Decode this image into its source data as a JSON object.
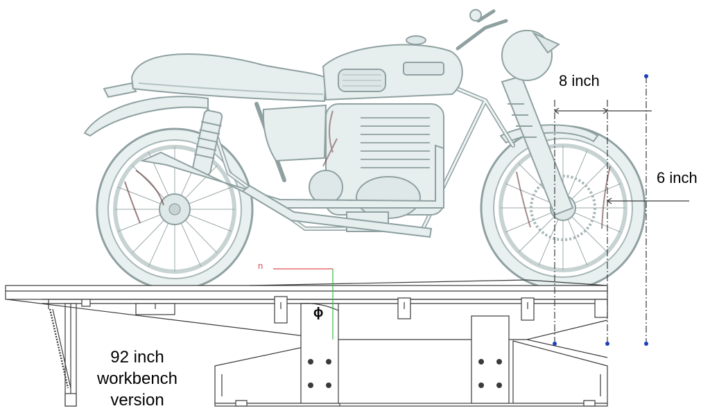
{
  "annotations": {
    "width_label": "8 inch",
    "offset_label": "6 inch",
    "workbench_line1": "92 inch",
    "workbench_line2": "workbench",
    "workbench_line3": "version",
    "frame_tag": "n",
    "pivot_symbol": "ɸ"
  },
  "colors": {
    "line": "#3a3a3a",
    "bike_fill": "#e6eeee",
    "bike_edge": "#8fa0a0",
    "marker": "#1f3fbf",
    "red_tag": "#e24b4b",
    "green_guide": "#2fbf3f"
  }
}
